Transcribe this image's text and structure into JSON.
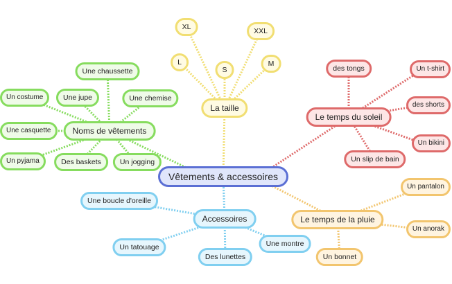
{
  "center": "Vêtements & accessoires",
  "colors": {
    "green": "#86dc5e",
    "yellow": "#f1de72",
    "red": "#de6a6a",
    "orange": "#f2c56e",
    "blue": "#80cff0",
    "center": "#5b6fd4"
  },
  "taille": {
    "label": "La taille",
    "items": [
      "XL",
      "XXL",
      "L",
      "S",
      "M"
    ]
  },
  "noms": {
    "label": "Noms de vêtements",
    "items": [
      "Une chaussette",
      "Une jupe",
      "Une chemise",
      "Un costume",
      "Une casquette",
      "Un pyjama",
      "Des baskets",
      "Un jogging"
    ]
  },
  "soleil": {
    "label": "Le temps du soleil",
    "items": [
      "des tongs",
      "Un t-shirt",
      "des shorts",
      "Un bikini",
      "Un slip de bain"
    ]
  },
  "pluie": {
    "label": "Le temps de la pluie",
    "items": [
      "Un pantalon",
      "Un anorak",
      "Un bonnet"
    ]
  },
  "accessoires": {
    "label": "Accessoires",
    "items": [
      "Une boucle d'oreille",
      "Un tatouage",
      "Des lunettes",
      "Une montre"
    ]
  }
}
